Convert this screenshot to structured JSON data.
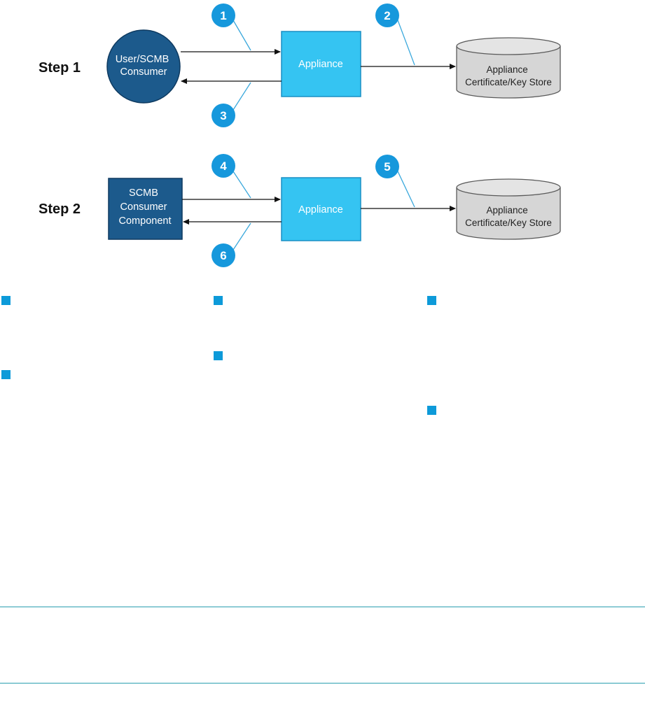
{
  "steps": [
    {
      "label": "Step 1",
      "consumer_lines": [
        "User/SCMB",
        "Consumer"
      ],
      "appliance": "Appliance",
      "store_lines": [
        "Appliance",
        "Certificate/Key Store"
      ],
      "badges": [
        "1",
        "2",
        "3"
      ]
    },
    {
      "label": "Step 2",
      "consumer_lines": [
        "SCMB",
        "Consumer",
        "Component"
      ],
      "appliance": "Appliance",
      "store_lines": [
        "Appliance",
        "Certificate/Key Store"
      ],
      "badges": [
        "4",
        "5",
        "6"
      ]
    }
  ],
  "colors": {
    "consumer_fill": "#1c5a8c",
    "consumer_stroke": "#0e3a60",
    "appliance_fill": "#35c4f2",
    "appliance_stroke": "#1a8fc4",
    "badge_fill": "#1698dc",
    "callout_line": "#3aa8dc",
    "store_fill": "#d6d6d6",
    "store_top": "#e4e4e4",
    "store_stroke": "#5a5a5a",
    "legend_square": "#0d9ad9",
    "rule": "#2a9fb0"
  }
}
